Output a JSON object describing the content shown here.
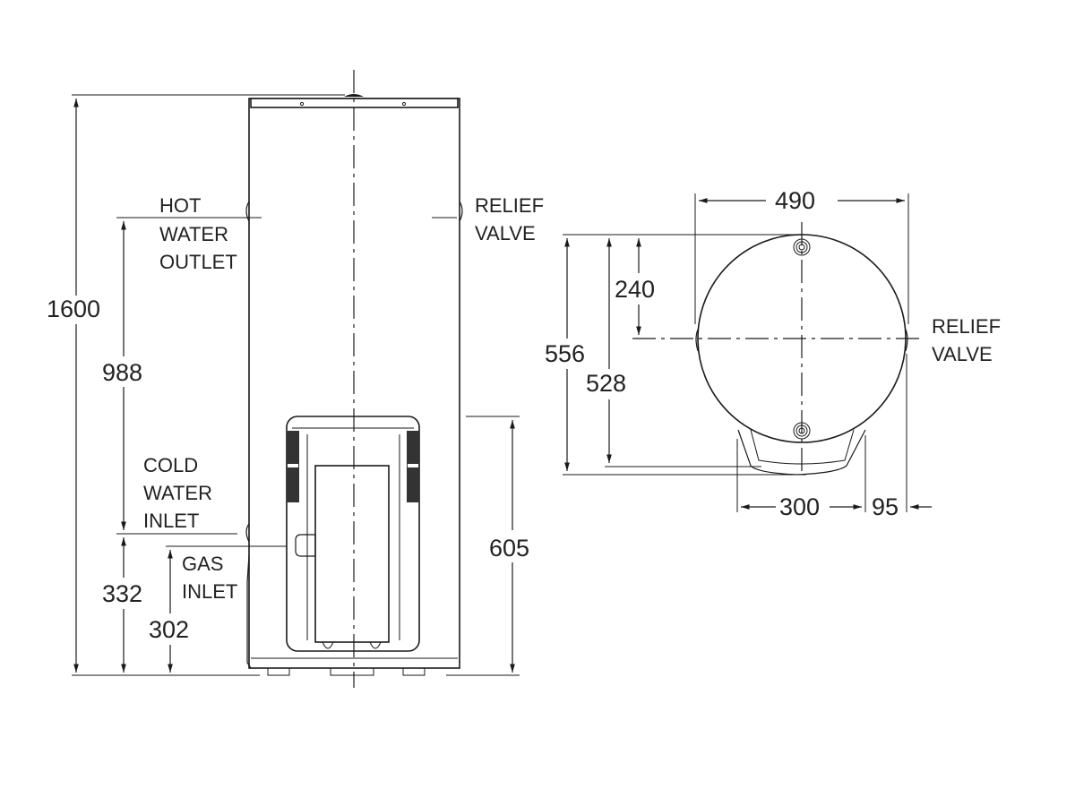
{
  "front_view": {
    "labels": {
      "hot_water_outlet": [
        "HOT",
        "WATER",
        "OUTLET"
      ],
      "relief_valve": [
        "RELIEF",
        "VALVE"
      ],
      "cold_water_inlet": [
        "COLD",
        "WATER",
        "INLET"
      ],
      "gas_inlet": [
        "GAS",
        "INLET"
      ]
    },
    "dimensions": {
      "overall_height": "1600",
      "hot_outlet_to_cold_inlet": "988",
      "cold_inlet_height": "332",
      "gas_inlet_height": "302",
      "burner_unit_height": "605"
    }
  },
  "plan_view": {
    "labels": {
      "relief_valve": [
        "RELIEF",
        "VALVE"
      ]
    },
    "dimensions": {
      "diameter": "490",
      "depth_overall": "556",
      "depth_tank": "528",
      "centre_offset": "240",
      "base_width": "300",
      "base_offset": "95"
    }
  },
  "colors": {
    "line": "#1a1a1a",
    "text": "#222222",
    "background": "#ffffff"
  }
}
